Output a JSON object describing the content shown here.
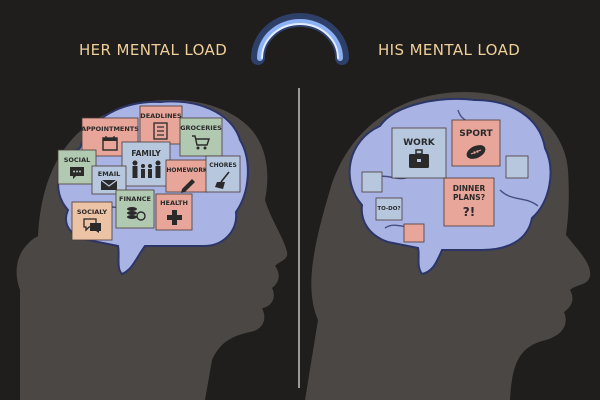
{
  "titles": {
    "her": "HER MENTAL LOAD",
    "his": "HIS MENTAL LOAD"
  },
  "colors": {
    "background": "#1f1e1c",
    "head_silhouette": "#4a4744",
    "brain": "#aab4e4",
    "brain_outline": "#2c3568",
    "title_text": "#efcf9a",
    "note_salmon": "#e8a69a",
    "note_green": "#b2c9b1",
    "note_blue": "#b7c8de",
    "note_peach": "#edc3a6"
  },
  "her_notes": [
    {
      "label": "APPOINTMENTS",
      "icon": "calendar-icon"
    },
    {
      "label": "DEADLINES",
      "icon": "document-list-icon"
    },
    {
      "label": "GROCERIES",
      "icon": "shopping-cart-icon"
    },
    {
      "label": "SOCIAL",
      "icon": "speech-bubble-icon"
    },
    {
      "label": "FAMILY",
      "icon": "family-icon"
    },
    {
      "label": "EMAIL",
      "icon": "envelope-icon"
    },
    {
      "label": "HOMEWORK",
      "icon": "pencil-icon"
    },
    {
      "label": "CHORES",
      "icon": "broom-icon"
    },
    {
      "label": "FINANCE",
      "icon": "coins-icon"
    },
    {
      "label": "HEALTH",
      "icon": "medical-cross-icon"
    },
    {
      "label": "SOCIALY",
      "icon": "chat-bubbles-icon"
    }
  ],
  "his_notes": [
    {
      "label": "WORK",
      "icon": "briefcase-icon"
    },
    {
      "label": "SPORT",
      "icon": "football-icon"
    },
    {
      "label_lines": [
        "DINNER",
        "PLANS?"
      ],
      "glyph": "?!",
      "icon": "question-exclamation-icon"
    },
    {
      "label": "TO-DO?"
    }
  ]
}
